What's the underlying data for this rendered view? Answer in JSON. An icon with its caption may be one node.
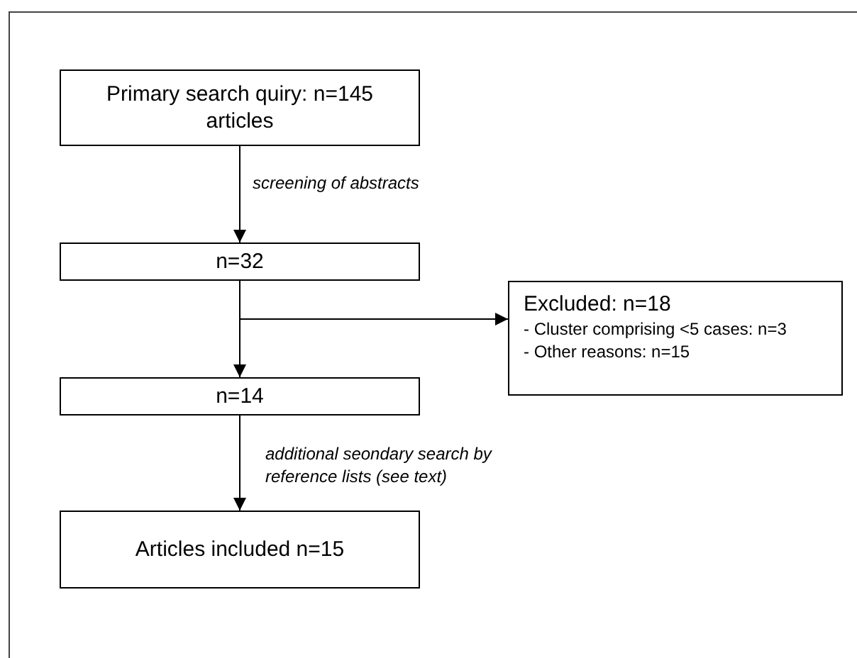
{
  "diagram": {
    "nodes": [
      {
        "text": [
          "Primary search quiry: n=145 articles"
        ]
      },
      {
        "text": [
          "n=32"
        ]
      },
      {
        "text": [
          "n=14"
        ]
      },
      {
        "text": [
          "Articles included n=15"
        ]
      },
      {
        "text": [
          "Excluded: n=18",
          "- Cluster comprising <5 cases: n=3",
          "- Other reasons: n=15"
        ]
      }
    ],
    "edges": [
      {
        "from": 0,
        "to": 1,
        "arrow": "to",
        "label": "screening of abstracts"
      },
      {
        "from": 1,
        "to": 2,
        "arrow": "to"
      },
      {
        "from": 1,
        "to": 4,
        "arrow": "to"
      },
      {
        "from": 2,
        "to": 3,
        "arrow": "to",
        "label": "additional seondary search by reference lists (see text)"
      }
    ]
  }
}
